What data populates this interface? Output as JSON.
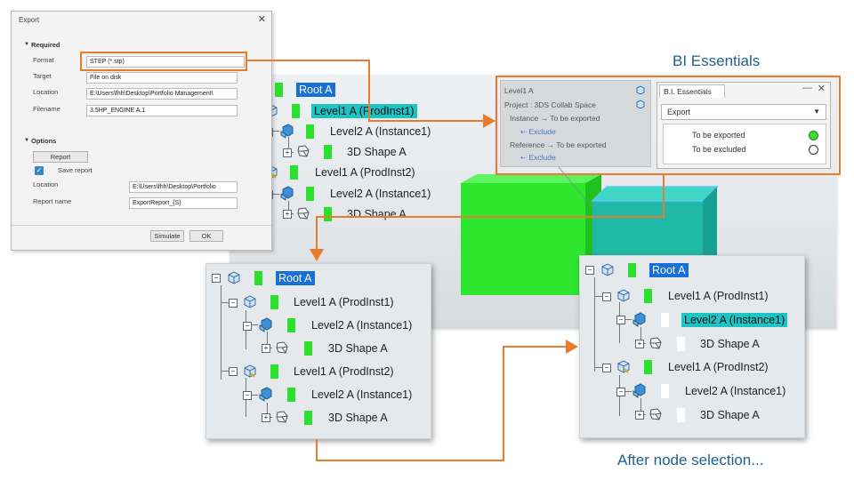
{
  "dialog": {
    "title": "Export",
    "required_label": "Required",
    "format_label": "Format",
    "format_value": "STEP (*.stp)",
    "target_label": "Target",
    "target_value": "File on disk",
    "location_label": "Location",
    "location_value": "E:\\Users\\fhh\\Desktop\\Portfolio Management\\",
    "filename_label": "Filename",
    "filename_value": "3.5HP_ENGINE A.1",
    "options_label": "Options",
    "report_button": "Report",
    "save_report_label": "Save report",
    "report_location_label": "Location",
    "report_location_value": "E:\\Users\\fhh\\Desktop\\Portfolio",
    "report_name_label": "Report name",
    "report_name_value": "ExportReport_{S}",
    "simulate_button": "Simulate",
    "ok_button": "OK"
  },
  "props": {
    "title": "Level1 A",
    "project": "Project : 3DS Collab Space",
    "instance": "Instance  → To be exported",
    "exclude1": "Exclude",
    "reference": "Reference  → To be exported",
    "exclude2": "Exclude"
  },
  "bi": {
    "tab": "B.I. Essentials",
    "dropdown": "Export",
    "options": [
      {
        "label": "To be exported",
        "color": "#3ddc2e"
      },
      {
        "label": "To be excluded",
        "color": "#ffffff"
      }
    ]
  },
  "tree_main": {
    "root": "Root A",
    "l1a": "Level1 A (ProdInst1)",
    "l2a": "Level2 A (Instance1)",
    "s3a": "3D Shape A",
    "l1b": "Level1 A (ProdInst2)",
    "l2b": "Level2 A (Instance1)",
    "s3b": "3D Shape A"
  },
  "tree_left": {
    "root": "Root A",
    "l1a": "Level1 A (ProdInst1)",
    "l2a": "Level2 A (Instance1)",
    "s3a": "3D Shape A",
    "l1b": "Level1 A (ProdInst2)",
    "l2b": "Level2 A (Instance1)",
    "s3b": "3D Shape A"
  },
  "tree_right": {
    "root": "Root A",
    "l1a": "Level1 A (ProdInst1)",
    "l2a": "Level2 A (Instance1)",
    "s3a": "3D Shape A",
    "l1b": "Level1 A (ProdInst2)",
    "l2b": "Level2 A (Instance1)",
    "s3b": "3D Shape A"
  },
  "captions": {
    "bi_title": "BI Essentials",
    "after": "After node selection..."
  },
  "colors": {
    "accent_orange": "#e87c2e",
    "status_green": "#2ee02e",
    "selection_blue": "#1670d6",
    "highlight_cyan": "#1cc4c4"
  }
}
